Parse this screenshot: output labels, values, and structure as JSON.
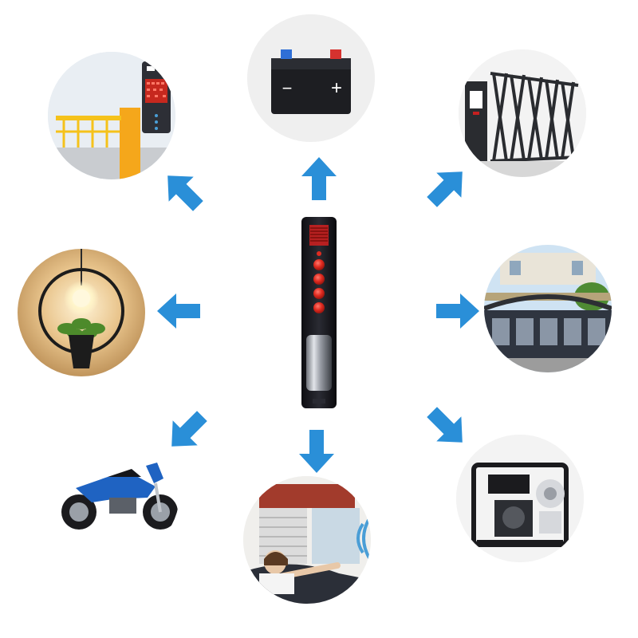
{
  "remote": {
    "name": "remote-control",
    "buttons": 4,
    "colors": {
      "body": "#1c1c22",
      "button": "#e02b20",
      "metal": "#b8bcc2",
      "accent": "#c62020"
    }
  },
  "arrow_color": "#2a8fd8",
  "devices": [
    {
      "id": "barrier-gate",
      "icon": "barrier-gate-icon",
      "label_on_image": ""
    },
    {
      "id": "car-battery",
      "icon": "car-battery-icon",
      "terminal_minus": "−",
      "terminal_plus": "+"
    },
    {
      "id": "retractable-gate",
      "icon": "retractable-gate-icon",
      "label_on_image": ""
    },
    {
      "id": "smart-light",
      "icon": "light-bulb-icon",
      "label_on_image": ""
    },
    {
      "id": "sliding-gate",
      "icon": "iron-gate-icon",
      "label_on_image": ""
    },
    {
      "id": "motorcycle",
      "icon": "motorcycle-icon",
      "label_on_image": ""
    },
    {
      "id": "garage-door",
      "icon": "garage-door-icon",
      "label_on_image": ""
    },
    {
      "id": "generator",
      "icon": "generator-icon",
      "label_on_image": ""
    }
  ]
}
